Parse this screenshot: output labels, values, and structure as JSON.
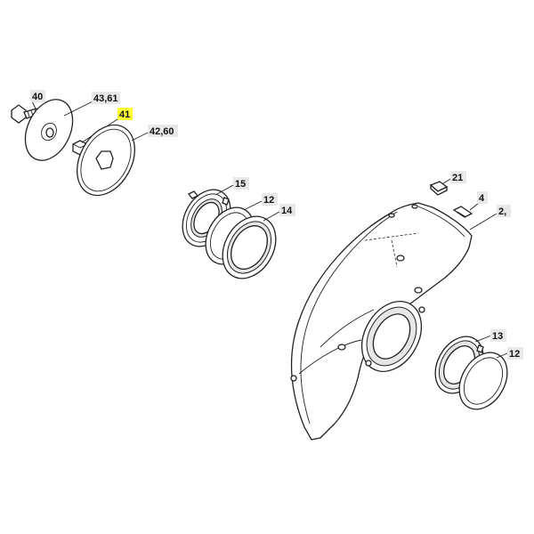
{
  "callouts": {
    "c40": "40",
    "c4361": "43,61",
    "c41": "41",
    "c4260": "42,60",
    "c15": "15",
    "c12a": "12",
    "c14": "14",
    "c21": "21",
    "c4": "4",
    "c2": "2,",
    "c13": "13",
    "c12b": "12"
  },
  "colors": {
    "highlight": "#ffff33",
    "callout_bg": "#e8e8e8",
    "line": "#222222"
  }
}
